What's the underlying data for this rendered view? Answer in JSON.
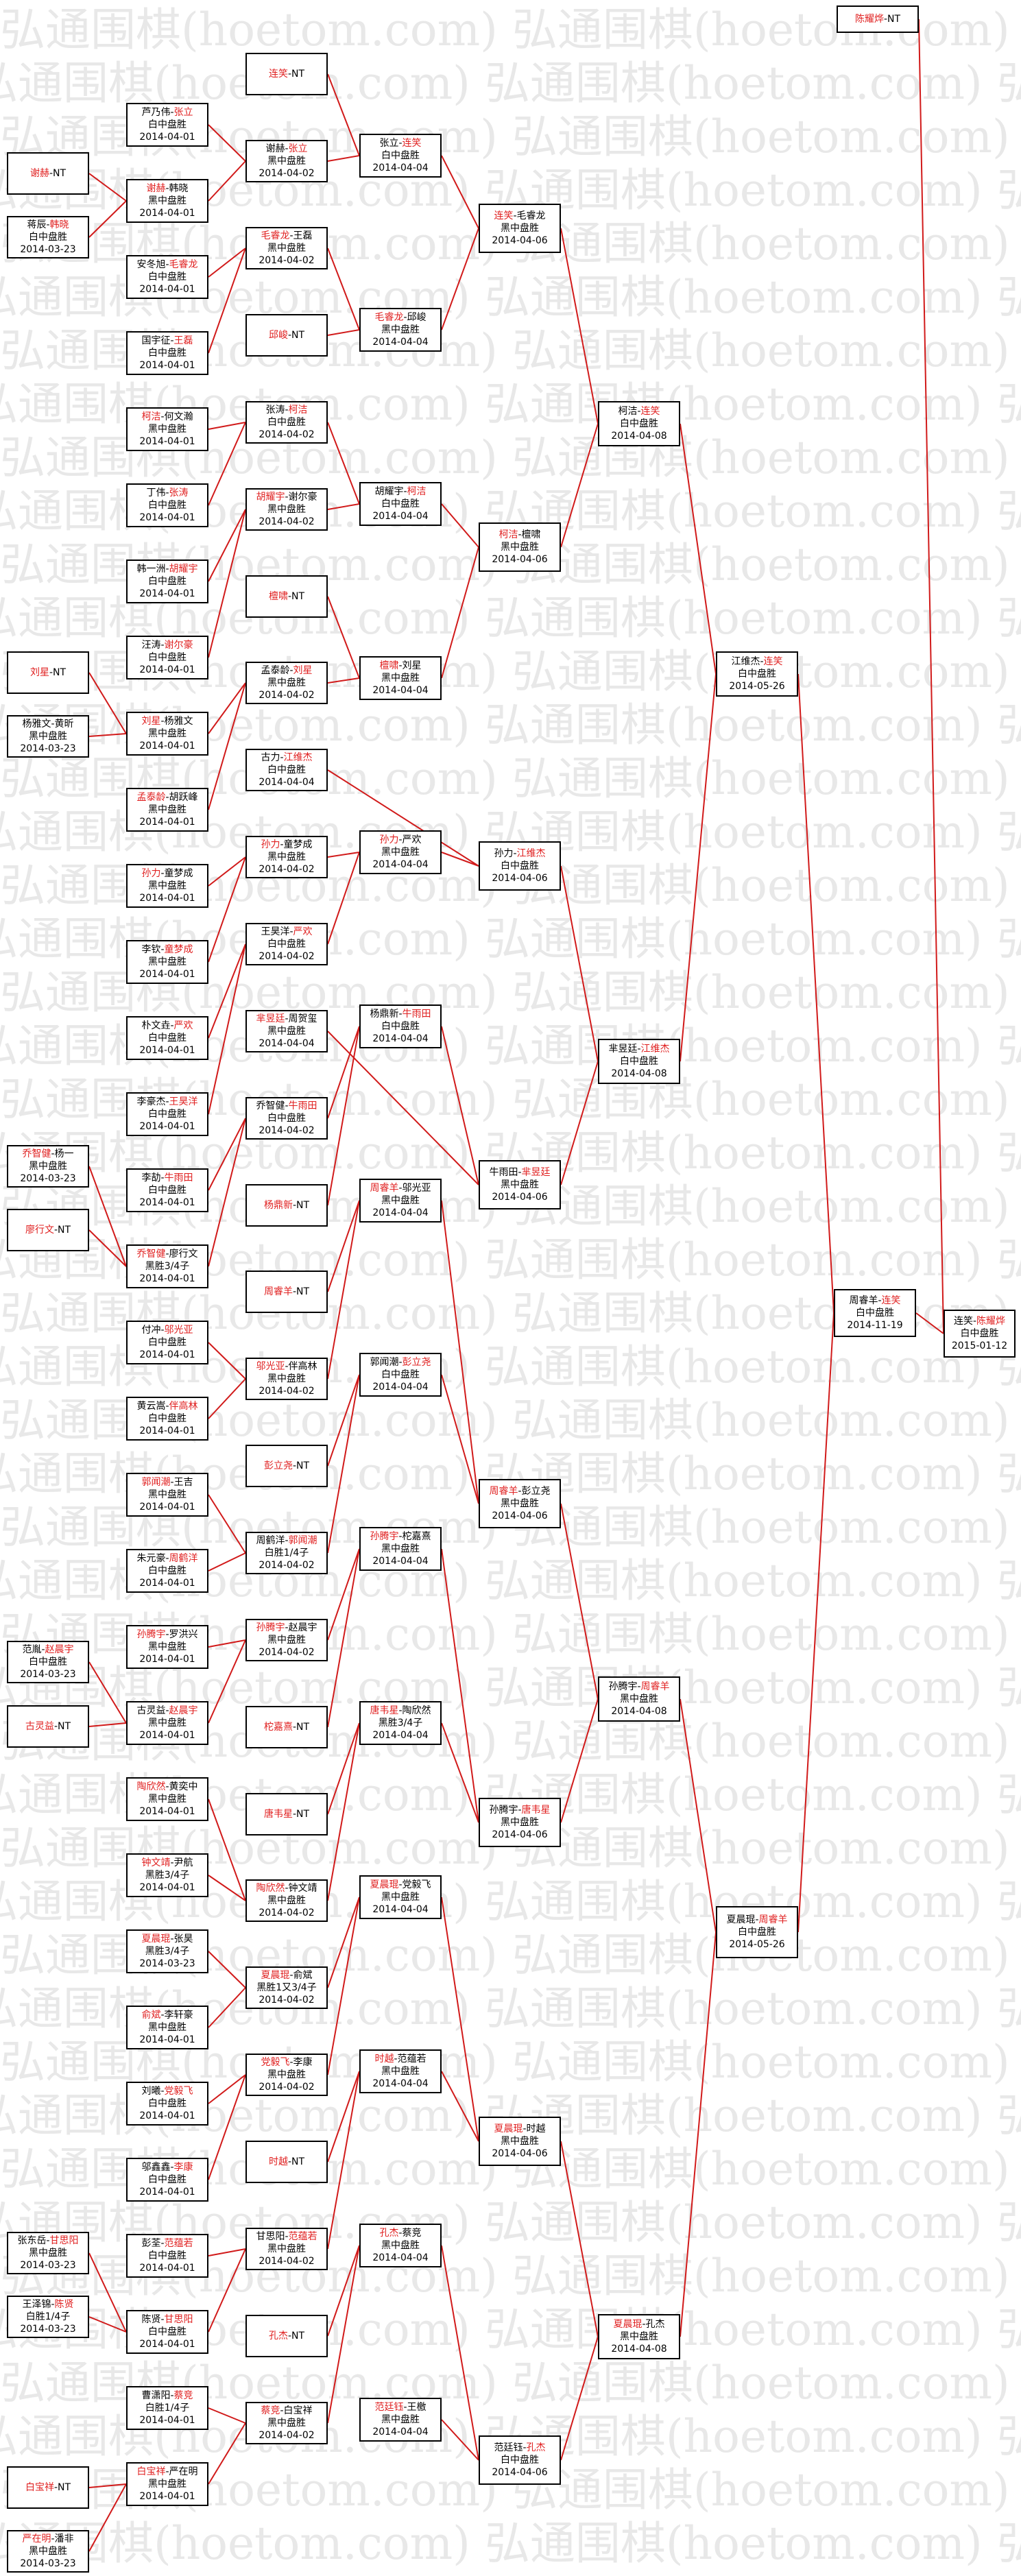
{
  "watermark": "弘通围棋(hoetom.com)",
  "colors": {
    "winner": "#e02020",
    "line": "#d11a1a",
    "border": "#000000"
  },
  "matches": [
    {
      "id": "r1_0",
      "p1": "谢赫",
      "p2": "NT",
      "w": 1,
      "l2": "",
      "l3": ""
    },
    {
      "id": "r1_1",
      "p1": "蒋辰",
      "p2": "韩晓",
      "w": 2,
      "l2": "白中盘胜",
      "l3": "2014-03-23"
    },
    {
      "id": "r1_2",
      "p1": "刘星",
      "p2": "NT",
      "w": 1,
      "l2": "",
      "l3": ""
    },
    {
      "id": "r1_3",
      "p1": "杨雅文",
      "p2": "黄昕",
      "w": 0,
      "l2": "黑中盘胜",
      "l3": "2014-03-23"
    },
    {
      "id": "r1_4",
      "p1": "乔智健",
      "p2": "杨一",
      "w": 1,
      "l2": "黑中盘胜",
      "l3": "2014-03-23"
    },
    {
      "id": "r1_5",
      "p1": "廖行文",
      "p2": "NT",
      "w": 1,
      "l2": "",
      "l3": ""
    },
    {
      "id": "r1_6",
      "p1": "范胤",
      "p2": "赵晨宇",
      "w": 2,
      "l2": "白中盘胜",
      "l3": "2014-03-23"
    },
    {
      "id": "r1_7",
      "p1": "古灵益",
      "p2": "NT",
      "w": 1,
      "l2": "",
      "l3": ""
    },
    {
      "id": "r1_8",
      "p1": "张东岳",
      "p2": "甘思阳",
      "w": 2,
      "l2": "黑中盘胜",
      "l3": "2014-03-23"
    },
    {
      "id": "r1_9",
      "p1": "王泽锦",
      "p2": "陈贤",
      "w": 2,
      "l2": "白胜1/4子",
      "l3": "2014-03-23"
    },
    {
      "id": "r1_10",
      "p1": "白宝祥",
      "p2": "NT",
      "w": 1,
      "l2": "",
      "l3": ""
    },
    {
      "id": "r1_11",
      "p1": "严在明",
      "p2": "潘非",
      "w": 1,
      "l2": "黑中盘胜",
      "l3": "2014-03-23"
    },
    {
      "id": "r2_0",
      "p1": "芦乃伟",
      "p2": "张立",
      "w": 2,
      "l2": "白中盘胜",
      "l3": "2014-04-01"
    },
    {
      "id": "r2_1",
      "p1": "谢赫",
      "p2": "韩晓",
      "w": 1,
      "l2": "黑中盘胜",
      "l3": "2014-04-01"
    },
    {
      "id": "r2_2",
      "p1": "安冬旭",
      "p2": "毛睿龙",
      "w": 2,
      "l2": "白中盘胜",
      "l3": "2014-04-01"
    },
    {
      "id": "r2_3",
      "p1": "国宇征",
      "p2": "王磊",
      "w": 2,
      "l2": "白中盘胜",
      "l3": "2014-04-01"
    },
    {
      "id": "r2_4",
      "p1": "柯洁",
      "p2": "何文瀚",
      "w": 1,
      "l2": "黑中盘胜",
      "l3": "2014-04-01"
    },
    {
      "id": "r2_5",
      "p1": "丁伟",
      "p2": "张涛",
      "w": 2,
      "l2": "白中盘胜",
      "l3": "2014-04-01"
    },
    {
      "id": "r2_6",
      "p1": "韩一洲",
      "p2": "胡耀宇",
      "w": 2,
      "l2": "白中盘胜",
      "l3": "2014-04-01"
    },
    {
      "id": "r2_7",
      "p1": "汪涛",
      "p2": "谢尔豪",
      "w": 2,
      "l2": "白中盘胜",
      "l3": "2014-04-01"
    },
    {
      "id": "r2_8",
      "p1": "刘星",
      "p2": "杨雅文",
      "w": 1,
      "l2": "黑中盘胜",
      "l3": "2014-04-01"
    },
    {
      "id": "r2_9",
      "p1": "孟泰龄",
      "p2": "胡跃峰",
      "w": 1,
      "l2": "黑中盘胜",
      "l3": "2014-04-01"
    },
    {
      "id": "r2_10",
      "p1": "孙力",
      "p2": "童梦成",
      "w": 1,
      "l2": "黑中盘胜",
      "l3": "2014-04-01"
    },
    {
      "id": "r2_11",
      "p1": "李钦",
      "p2": "童梦成",
      "w": 2,
      "l2": "黑中盘胜",
      "l3": "2014-04-01"
    },
    {
      "id": "r2_12",
      "p1": "朴文垚",
      "p2": "严欢",
      "w": 2,
      "l2": "白中盘胜",
      "l3": "2014-04-01"
    },
    {
      "id": "r2_13",
      "p1": "李豪杰",
      "p2": "王昊洋",
      "w": 2,
      "l2": "白中盘胜",
      "l3": "2014-04-01"
    },
    {
      "id": "r2_14",
      "p1": "李劼",
      "p2": "牛雨田",
      "w": 2,
      "l2": "白中盘胜",
      "l3": "2014-04-01"
    },
    {
      "id": "r2_15",
      "p1": "乔智健",
      "p2": "廖行文",
      "w": 1,
      "l2": "黑胜3/4子",
      "l3": "2014-04-01"
    },
    {
      "id": "r2_16",
      "p1": "付冲",
      "p2": "邬光亚",
      "w": 2,
      "l2": "白中盘胜",
      "l3": "2014-04-01"
    },
    {
      "id": "r2_17",
      "p1": "黄云嵩",
      "p2": "伴高林",
      "w": 2,
      "l2": "白中盘胜",
      "l3": "2014-04-01"
    },
    {
      "id": "r2_18",
      "p1": "郭闻潮",
      "p2": "王吉",
      "w": 1,
      "l2": "黑中盘胜",
      "l3": "2014-04-01"
    },
    {
      "id": "r2_19",
      "p1": "朱元豪",
      "p2": "周鹤洋",
      "w": 2,
      "l2": "白中盘胜",
      "l3": "2014-04-01"
    },
    {
      "id": "r2_20",
      "p1": "孙腾宇",
      "p2": "罗洪兴",
      "w": 1,
      "l2": "黑中盘胜",
      "l3": "2014-04-01"
    },
    {
      "id": "r2_21",
      "p1": "古灵益",
      "p2": "赵晨宇",
      "w": 2,
      "l2": "黑中盘胜",
      "l3": "2014-04-01"
    },
    {
      "id": "r2_22",
      "p1": "陶欣然",
      "p2": "黄奕中",
      "w": 1,
      "l2": "黑中盘胜",
      "l3": "2014-04-01"
    },
    {
      "id": "r2_23",
      "p1": "钟文靖",
      "p2": "尹航",
      "w": 1,
      "l2": "黑胜3/4子",
      "l3": "2014-04-01"
    },
    {
      "id": "r2_24",
      "p1": "夏晨琨",
      "p2": "张昊",
      "w": 1,
      "l2": "黑胜3/4子",
      "l3": "2014-03-23"
    },
    {
      "id": "r2_25",
      "p1": "俞斌",
      "p2": "李轩豪",
      "w": 1,
      "l2": "黑中盘胜",
      "l3": "2014-04-01"
    },
    {
      "id": "r2_26",
      "p1": "刘曦",
      "p2": "党毅飞",
      "w": 2,
      "l2": "白中盘胜",
      "l3": "2014-04-01"
    },
    {
      "id": "r2_27",
      "p1": "邬鑫鑫",
      "p2": "李康",
      "w": 2,
      "l2": "白中盘胜",
      "l3": "2014-04-01"
    },
    {
      "id": "r2_28",
      "p1": "彭荃",
      "p2": "范蕴若",
      "w": 2,
      "l2": "白中盘胜",
      "l3": "2014-04-01"
    },
    {
      "id": "r2_29",
      "p1": "陈贤",
      "p2": "甘思阳",
      "w": 2,
      "l2": "白中盘胜",
      "l3": "2014-04-01"
    },
    {
      "id": "r2_30",
      "p1": "曹潇阳",
      "p2": "蔡竞",
      "w": 2,
      "l2": "白胜1/4子",
      "l3": "2014-04-01"
    },
    {
      "id": "r2_31",
      "p1": "白宝祥",
      "p2": "严在明",
      "w": 1,
      "l2": "黑中盘胜",
      "l3": "2014-04-01"
    },
    {
      "id": "r3_0",
      "p1": "连笑",
      "p2": "NT",
      "w": 1,
      "l2": "",
      "l3": ""
    },
    {
      "id": "r3_1",
      "p1": "谢赫",
      "p2": "张立",
      "w": 2,
      "l2": "黑中盘胜",
      "l3": "2014-04-02"
    },
    {
      "id": "r3_2",
      "p1": "毛睿龙",
      "p2": "王磊",
      "w": 1,
      "l2": "黑中盘胜",
      "l3": "2014-04-02"
    },
    {
      "id": "r3_3",
      "p1": "邱峻",
      "p2": "NT",
      "w": 1,
      "l2": "",
      "l3": ""
    },
    {
      "id": "r3_4",
      "p1": "张涛",
      "p2": "柯洁",
      "w": 2,
      "l2": "白中盘胜",
      "l3": "2014-04-02"
    },
    {
      "id": "r3_5",
      "p1": "胡耀宇",
      "p2": "谢尔豪",
      "w": 1,
      "l2": "黑中盘胜",
      "l3": "2014-04-02"
    },
    {
      "id": "r3_6",
      "p1": "檀啸",
      "p2": "NT",
      "w": 1,
      "l2": "",
      "l3": ""
    },
    {
      "id": "r3_7",
      "p1": "孟泰龄",
      "p2": "刘星",
      "w": 2,
      "l2": "黑中盘胜",
      "l3": "2014-04-02"
    },
    {
      "id": "r3_8",
      "p1": "古力",
      "p2": "江维杰",
      "w": 2,
      "l2": "白中盘胜",
      "l3": "2014-04-04"
    },
    {
      "id": "r3_9",
      "p1": "孙力",
      "p2": "童梦成",
      "w": 1,
      "l2": "黑中盘胜",
      "l3": "2014-04-02"
    },
    {
      "id": "r3_10",
      "p1": "王昊洋",
      "p2": "严欢",
      "w": 2,
      "l2": "白中盘胜",
      "l3": "2014-04-02"
    },
    {
      "id": "r3_11",
      "p1": "芈昱廷",
      "p2": "周贺玺",
      "w": 1,
      "l2": "黑中盘胜",
      "l3": "2014-04-04"
    },
    {
      "id": "r3_12",
      "p1": "乔智健",
      "p2": "牛雨田",
      "w": 2,
      "l2": "白中盘胜",
      "l3": "2014-04-02"
    },
    {
      "id": "r3_13",
      "p1": "杨鼎新",
      "p2": "NT",
      "w": 1,
      "l2": "",
      "l3": ""
    },
    {
      "id": "r3_14",
      "p1": "周睿羊",
      "p2": "NT",
      "w": 1,
      "l2": "",
      "l3": ""
    },
    {
      "id": "r3_15",
      "p1": "邬光亚",
      "p2": "伴高林",
      "w": 1,
      "l2": "黑中盘胜",
      "l3": "2014-04-02"
    },
    {
      "id": "r3_16",
      "p1": "彭立尧",
      "p2": "NT",
      "w": 1,
      "l2": "",
      "l3": ""
    },
    {
      "id": "r3_17",
      "p1": "周鹤洋",
      "p2": "郭闻潮",
      "w": 2,
      "l2": "白胜1/4子",
      "l3": "2014-04-02"
    },
    {
      "id": "r3_18",
      "p1": "孙腾宇",
      "p2": "赵晨宇",
      "w": 1,
      "l2": "黑中盘胜",
      "l3": "2014-04-02"
    },
    {
      "id": "r3_19",
      "p1": "柁嘉熹",
      "p2": "NT",
      "w": 1,
      "l2": "",
      "l3": ""
    },
    {
      "id": "r3_20",
      "p1": "唐韦星",
      "p2": "NT",
      "w": 1,
      "l2": "",
      "l3": ""
    },
    {
      "id": "r3_21",
      "p1": "陶欣然",
      "p2": "钟文靖",
      "w": 1,
      "l2": "黑中盘胜",
      "l3": "2014-04-02"
    },
    {
      "id": "r3_22",
      "p1": "夏晨琨",
      "p2": "俞斌",
      "w": 1,
      "l2": "黑胜1又3/4子",
      "l3": "2014-04-02"
    },
    {
      "id": "r3_23",
      "p1": "党毅飞",
      "p2": "李康",
      "w": 1,
      "l2": "黑中盘胜",
      "l3": "2014-04-02"
    },
    {
      "id": "r3_24",
      "p1": "时越",
      "p2": "NT",
      "w": 1,
      "l2": "",
      "l3": ""
    },
    {
      "id": "r3_25",
      "p1": "甘思阳",
      "p2": "范蕴若",
      "w": 2,
      "l2": "黑中盘胜",
      "l3": "2014-04-02"
    },
    {
      "id": "r3_26",
      "p1": "孔杰",
      "p2": "NT",
      "w": 1,
      "l2": "",
      "l3": ""
    },
    {
      "id": "r3_27",
      "p1": "蔡竞",
      "p2": "白宝祥",
      "w": 1,
      "l2": "黑中盘胜",
      "l3": "2014-04-02"
    },
    {
      "id": "r4_0",
      "p1": "张立",
      "p2": "连笑",
      "w": 2,
      "l2": "白中盘胜",
      "l3": "2014-04-04"
    },
    {
      "id": "r4_1",
      "p1": "毛睿龙",
      "p2": "邱峻",
      "w": 1,
      "l2": "黑中盘胜",
      "l3": "2014-04-04"
    },
    {
      "id": "r4_2",
      "p1": "胡耀宇",
      "p2": "柯洁",
      "w": 2,
      "l2": "白中盘胜",
      "l3": "2014-04-04"
    },
    {
      "id": "r4_3",
      "p1": "檀啸",
      "p2": "刘星",
      "w": 1,
      "l2": "黑中盘胜",
      "l3": "2014-04-04"
    },
    {
      "id": "r4_4",
      "p1": "孙力",
      "p2": "严欢",
      "w": 1,
      "l2": "黑中盘胜",
      "l3": "2014-04-04"
    },
    {
      "id": "r4_5",
      "p1": "杨鼎新",
      "p2": "牛雨田",
      "w": 2,
      "l2": "白中盘胜",
      "l3": "2014-04-04"
    },
    {
      "id": "r4_6",
      "p1": "周睿羊",
      "p2": "邬光亚",
      "w": 1,
      "l2": "黑中盘胜",
      "l3": "2014-04-04"
    },
    {
      "id": "r4_7",
      "p1": "郭闻潮",
      "p2": "彭立尧",
      "w": 2,
      "l2": "白中盘胜",
      "l3": "2014-04-04"
    },
    {
      "id": "r4_8",
      "p1": "孙腾宇",
      "p2": "柁嘉熹",
      "w": 1,
      "l2": "黑中盘胜",
      "l3": "2014-04-04"
    },
    {
      "id": "r4_9",
      "p1": "唐韦星",
      "p2": "陶欣然",
      "w": 1,
      "l2": "黑胜3/4子",
      "l3": "2014-04-04"
    },
    {
      "id": "r4_10",
      "p1": "夏晨琨",
      "p2": "党毅飞",
      "w": 1,
      "l2": "黑中盘胜",
      "l3": "2014-04-04"
    },
    {
      "id": "r4_11",
      "p1": "时越",
      "p2": "范蕴若",
      "w": 1,
      "l2": "黑中盘胜",
      "l3": "2014-04-04"
    },
    {
      "id": "r4_12",
      "p1": "孔杰",
      "p2": "蔡竞",
      "w": 1,
      "l2": "黑中盘胜",
      "l3": "2014-04-04"
    },
    {
      "id": "r4_13",
      "p1": "范廷钰",
      "p2": "王檄",
      "w": 1,
      "l2": "黑中盘胜",
      "l3": "2014-04-04"
    },
    {
      "id": "r5_0",
      "p1": "连笑",
      "p2": "毛睿龙",
      "w": 1,
      "l2": "黑中盘胜",
      "l3": "2014-04-06"
    },
    {
      "id": "r5_1",
      "p1": "柯洁",
      "p2": "檀啸",
      "w": 1,
      "l2": "黑中盘胜",
      "l3": "2014-04-06"
    },
    {
      "id": "r5_2",
      "p1": "孙力",
      "p2": "江维杰",
      "w": 2,
      "l2": "白中盘胜",
      "l3": "2014-04-06"
    },
    {
      "id": "r5_3",
      "p1": "牛雨田",
      "p2": "芈昱廷",
      "w": 2,
      "l2": "黑中盘胜",
      "l3": "2014-04-06"
    },
    {
      "id": "r5_4",
      "p1": "周睿羊",
      "p2": "彭立尧",
      "w": 1,
      "l2": "黑中盘胜",
      "l3": "2014-04-06"
    },
    {
      "id": "r5_5",
      "p1": "孙腾宇",
      "p2": "唐韦星",
      "w": 2,
      "l2": "黑中盘胜",
      "l3": "2014-04-06"
    },
    {
      "id": "r5_6",
      "p1": "夏晨琨",
      "p2": "时越",
      "w": 1,
      "l2": "黑中盘胜",
      "l3": "2014-04-06"
    },
    {
      "id": "r5_7",
      "p1": "范廷钰",
      "p2": "孔杰",
      "w": 2,
      "l2": "白中盘胜",
      "l3": "2014-04-06"
    },
    {
      "id": "r6_0",
      "p1": "柯洁",
      "p2": "连笑",
      "w": 2,
      "l2": "白中盘胜",
      "l3": "2014-04-08"
    },
    {
      "id": "r6_1",
      "p1": "芈昱廷",
      "p2": "江维杰",
      "w": 2,
      "l2": "白中盘胜",
      "l3": "2014-04-08"
    },
    {
      "id": "r6_2",
      "p1": "孙腾宇",
      "p2": "周睿羊",
      "w": 2,
      "l2": "黑中盘胜",
      "l3": "2014-04-08"
    },
    {
      "id": "r6_3",
      "p1": "夏晨琨",
      "p2": "孔杰",
      "w": 1,
      "l2": "黑中盘胜",
      "l3": "2014-04-08"
    },
    {
      "id": "r7_0",
      "p1": "江维杰",
      "p2": "连笑",
      "w": 2,
      "l2": "白中盘胜",
      "l3": "2014-05-26"
    },
    {
      "id": "r7_1",
      "p1": "夏晨琨",
      "p2": "周睿羊",
      "w": 2,
      "l2": "白中盘胜",
      "l3": "2014-05-26"
    },
    {
      "id": "r8_0",
      "p1": "周睿羊",
      "p2": "连笑",
      "w": 2,
      "l2": "白中盘胜",
      "l3": "2014-11-19"
    },
    {
      "id": "r9_0",
      "p1": "陈耀烨",
      "p2": "NT",
      "w": 1,
      "l2": "",
      "l3": ""
    },
    {
      "id": "r10_0",
      "p1": "连笑",
      "p2": "陈耀烨",
      "w": 2,
      "l2": "白中盘胜",
      "l3": "2015-01-12"
    }
  ]
}
